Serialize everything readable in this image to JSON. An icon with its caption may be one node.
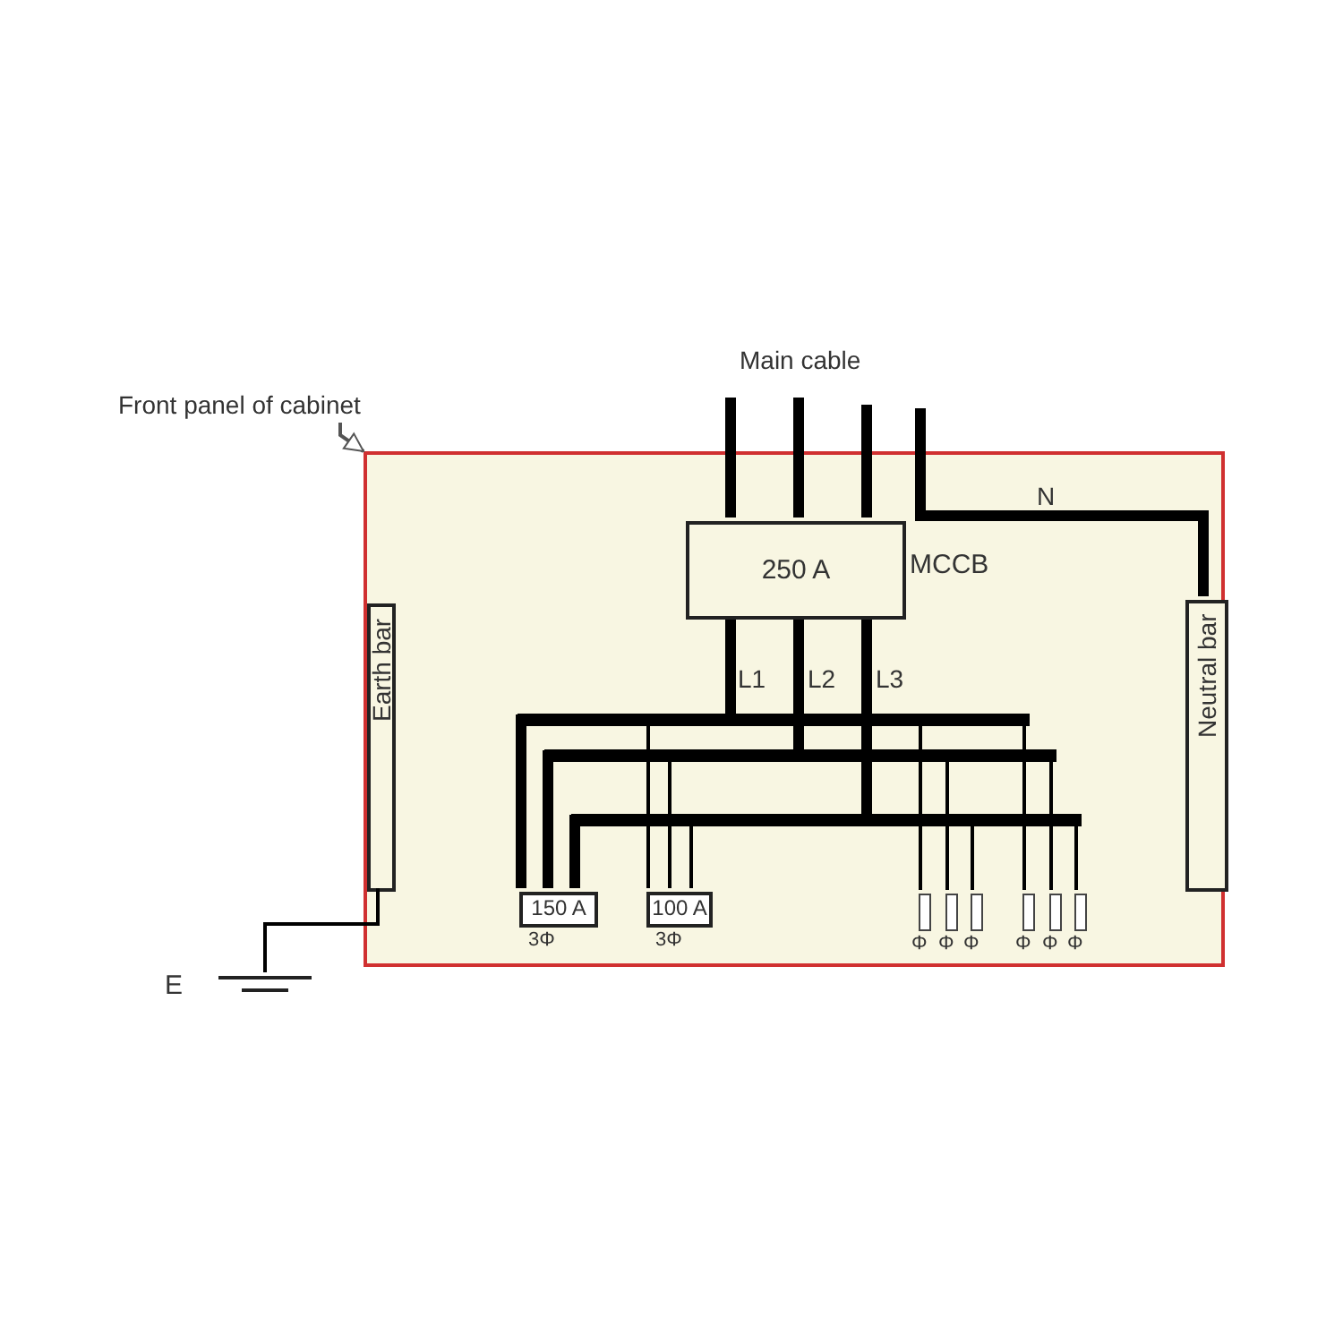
{
  "diagram": {
    "nodes": [
      {
        "text": [
          "Front panel of cabinet"
        ]
      },
      {
        "text": [],
        "shape": "box"
      },
      {
        "text": [
          "250 A"
        ],
        "beside": [
          "MCCB"
        ],
        "in": 1
      },
      {
        "text": [
          "Earth bar"
        ],
        "in": 1
      },
      {
        "text": [
          "Neutral bar"
        ],
        "in": 1
      },
      {
        "text": [
          "150 A"
        ],
        "beside": [
          "3Φ"
        ],
        "in": 1
      },
      {
        "text": [
          "100 A"
        ],
        "beside": [
          "3Φ"
        ],
        "in": 1
      },
      {
        "text": [],
        "shape": "box",
        "beside": [
          "Φ"
        ],
        "in": 1
      },
      {
        "text": [],
        "shape": "box",
        "beside": [
          "Φ"
        ],
        "in": 1
      },
      {
        "text": [],
        "shape": "box",
        "beside": [
          "Φ"
        ],
        "in": 1
      },
      {
        "text": [],
        "shape": "box",
        "beside": [
          "Φ"
        ],
        "in": 1
      },
      {
        "text": [],
        "shape": "box",
        "beside": [
          "Φ"
        ],
        "in": 1
      },
      {
        "text": [],
        "shape": "box",
        "beside": [
          "Φ"
        ],
        "in": 1
      },
      {
        "text": [],
        "shape": "ground",
        "beside": [
          "E"
        ]
      }
    ],
    "edges": [
      {
        "from": 0,
        "to": 1,
        "arrow": "to",
        "color": "#555555"
      },
      {
        "from": null,
        "to": 2,
        "arrow": "none",
        "style": "thick"
      },
      {
        "from": null,
        "to": 2,
        "arrow": "none",
        "style": "thick"
      },
      {
        "from": null,
        "to": 2,
        "arrow": "none",
        "style": "thick"
      },
      {
        "from": null,
        "to": 4,
        "arrow": "none",
        "label": "N",
        "style": "thick"
      },
      {
        "from": 2,
        "to": 5,
        "arrow": "none",
        "label": "L1",
        "style": "thick"
      },
      {
        "from": 2,
        "to": 5,
        "arrow": "none",
        "label": "L2",
        "style": "thick"
      },
      {
        "from": 2,
        "to": 5,
        "arrow": "none",
        "label": "L3",
        "style": "thick"
      },
      {
        "from": 2,
        "to": 6,
        "arrow": "none"
      },
      {
        "from": 2,
        "to": 6,
        "arrow": "none"
      },
      {
        "from": 2,
        "to": 6,
        "arrow": "none"
      },
      {
        "from": 2,
        "to": 7,
        "arrow": "none"
      },
      {
        "from": 2,
        "to": 8,
        "arrow": "none"
      },
      {
        "from": 2,
        "to": 9,
        "arrow": "none"
      },
      {
        "from": 2,
        "to": 10,
        "arrow": "none"
      },
      {
        "from": 2,
        "to": 11,
        "arrow": "none"
      },
      {
        "from": 2,
        "to": 12,
        "arrow": "none"
      },
      {
        "from": 3,
        "to": 13,
        "arrow": "none"
      }
    ],
    "labels": [
      "Main cable"
    ]
  }
}
